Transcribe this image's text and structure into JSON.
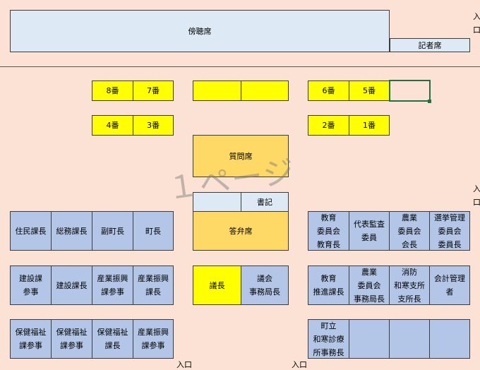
{
  "gallery": {
    "label": "傍聴席"
  },
  "press": {
    "label": "記者席"
  },
  "entrances": {
    "top": "入口",
    "right": "入口",
    "bottom_left": "入口",
    "bottom_right": "入口"
  },
  "watermark": "１ページ",
  "member_seats": {
    "s8": "8番",
    "s7": "7番",
    "s6": "6番",
    "s5": "5番",
    "s4": "4番",
    "s3": "3番",
    "s2": "2番",
    "s1": "1番",
    "blank_left": "",
    "blank_right": ""
  },
  "center": {
    "question_seat": "質問席",
    "clerk": "書記",
    "answer_seat": "答弁席",
    "chair": "議長",
    "secretariat": "議会\n事務局長"
  },
  "left_staff": {
    "row1": [
      "住民課長",
      "総務課長",
      "副町長",
      "町長"
    ],
    "row2": [
      "建設課\n参事",
      "建設課長",
      "産業振興\n課参事",
      "産業振興\n課長"
    ],
    "row3": [
      "保健福祉\n課参事",
      "保健福祉\n課参事",
      "保健福祉\n課長",
      "産業振興\n課参事"
    ]
  },
  "right_staff": {
    "row1": [
      "教育\n委員会\n教育長",
      "代表監査\n委員",
      "農業\n委員会\n会長",
      "選挙管理\n委員会\n委員長"
    ],
    "row2": [
      "教育\n推進課長",
      "農業\n委員会\n事務局長",
      "消防\n和寒支所\n支所長",
      "会計管理\n者"
    ],
    "row3": [
      "町立\n和寒診療\n所事務長",
      "",
      "",
      ""
    ]
  }
}
